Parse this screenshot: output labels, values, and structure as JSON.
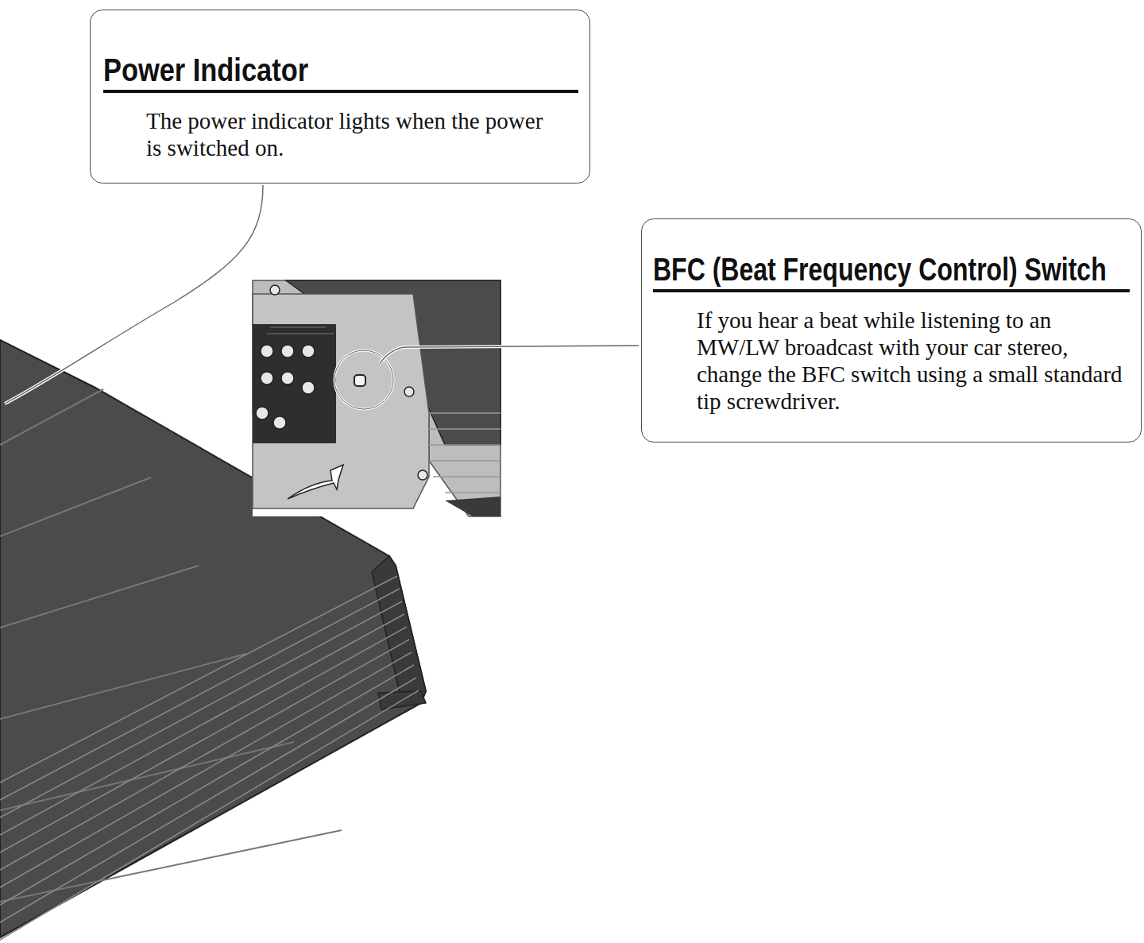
{
  "diagram": {
    "nodes": [
      {
        "text": [
          "Power Indicator",
          "The power indicator lights when the power is switched on."
        ]
      },
      {
        "text": [
          "BFC (Beat Frequency Control) Switch",
          "If you hear a beat while listening to an MW/LW broadcast with your car stereo, change the BFC switch using a small standard tip screwdriver."
        ]
      }
    ]
  }
}
